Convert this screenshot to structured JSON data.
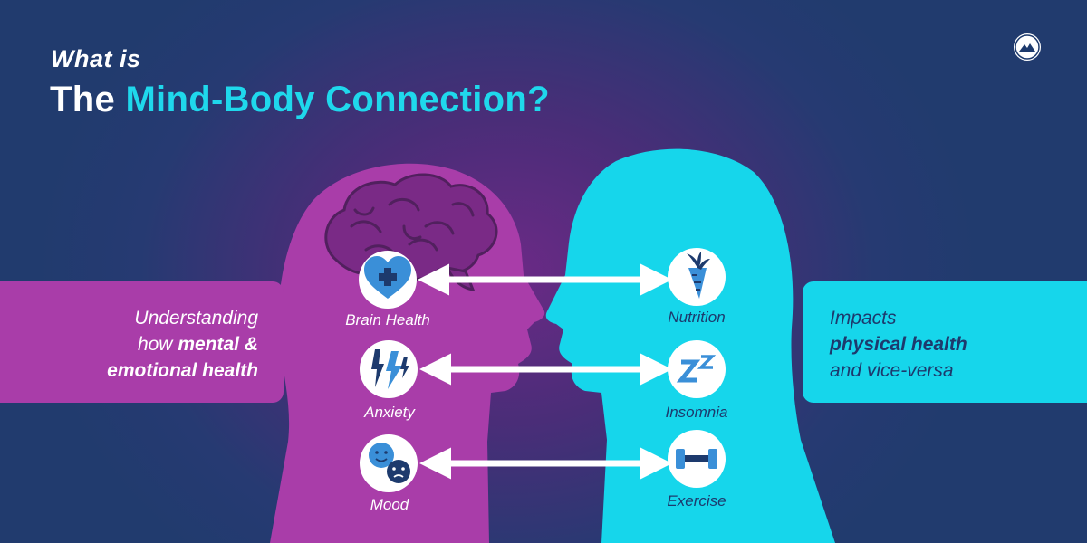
{
  "title": {
    "line1": "What is",
    "line2_white": "The",
    "line2_accent": "Mind-Body Connection?"
  },
  "left_panel": {
    "line1": "Understanding",
    "line2_plain": "how",
    "line2_bold": "mental &",
    "line3_bold": "emotional health"
  },
  "right_panel": {
    "line1": "Impacts",
    "line2_bold": "physical health",
    "line3": "and vice-versa"
  },
  "mind_items": [
    {
      "label": "Brain Health",
      "icon": "heart-plus-icon"
    },
    {
      "label": "Anxiety",
      "icon": "lightning-icon"
    },
    {
      "label": "Mood",
      "icon": "faces-icon"
    }
  ],
  "body_items": [
    {
      "label": "Nutrition",
      "icon": "carrot-icon"
    },
    {
      "label": "Insomnia",
      "icon": "zzz-icon"
    },
    {
      "label": "Exercise",
      "icon": "dumbbell-icon"
    }
  ],
  "colors": {
    "background": "#243a70",
    "mind_head": "#a93da9",
    "body_head": "#16d6eb",
    "accent_text": "#1fd8ec",
    "icon_blue": "#3a8fd8",
    "navy_text": "#1d3a6d"
  },
  "logo_icon": "mountain-logo-icon"
}
